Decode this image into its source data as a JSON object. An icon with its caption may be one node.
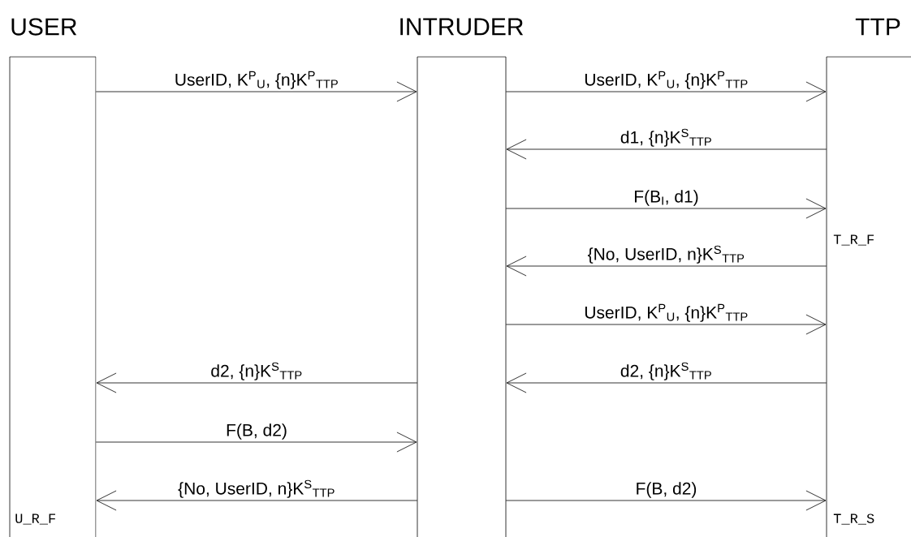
{
  "diagram": {
    "nodes": [
      {
        "text": [
          "USER",
          "U_R_F"
        ]
      },
      {
        "text": [
          "INTRUDER"
        ]
      },
      {
        "text": [
          "TTP",
          "T_R_F",
          "T_R_S"
        ]
      }
    ],
    "edges": [
      {
        "from": 0,
        "to": 1,
        "arrow": "to",
        "label": "UserID, K$^{P}$$_{U}$, {n}K$^{P}$$_{TTP}$"
      },
      {
        "from": 1,
        "to": 2,
        "arrow": "to",
        "label": "UserID, K$^{P}$$_{U}$, {n}K$^{P}$$_{TTP}$"
      },
      {
        "from": 2,
        "to": 1,
        "arrow": "to",
        "label": "d1, {n}K$^{S}$$_{TTP}$"
      },
      {
        "from": 1,
        "to": 2,
        "arrow": "to",
        "label": "F(B$_{I}$, d1)"
      },
      {
        "from": 2,
        "to": 1,
        "arrow": "to",
        "label": "{No, UserID, n}K$^{S}$$_{TTP}$"
      },
      {
        "from": 1,
        "to": 2,
        "arrow": "to",
        "label": "UserID, K$^{P}$$_{U}$, {n}K$^{P}$$_{TTP}$"
      },
      {
        "from": 1,
        "to": 0,
        "arrow": "to",
        "label": "d2, {n}K$^{S}$$_{TTP}$"
      },
      {
        "from": 2,
        "to": 1,
        "arrow": "to",
        "label": "d2, {n}K$^{S}$$_{TTP}$"
      },
      {
        "from": 0,
        "to": 1,
        "arrow": "to",
        "label": "F(B, d2)"
      },
      {
        "from": 1,
        "to": 0,
        "arrow": "to",
        "label": "{No, UserID, n}K$^{S}$$_{TTP}$"
      },
      {
        "from": 1,
        "to": 2,
        "arrow": "to",
        "label": "F(B, d2)"
      }
    ]
  }
}
